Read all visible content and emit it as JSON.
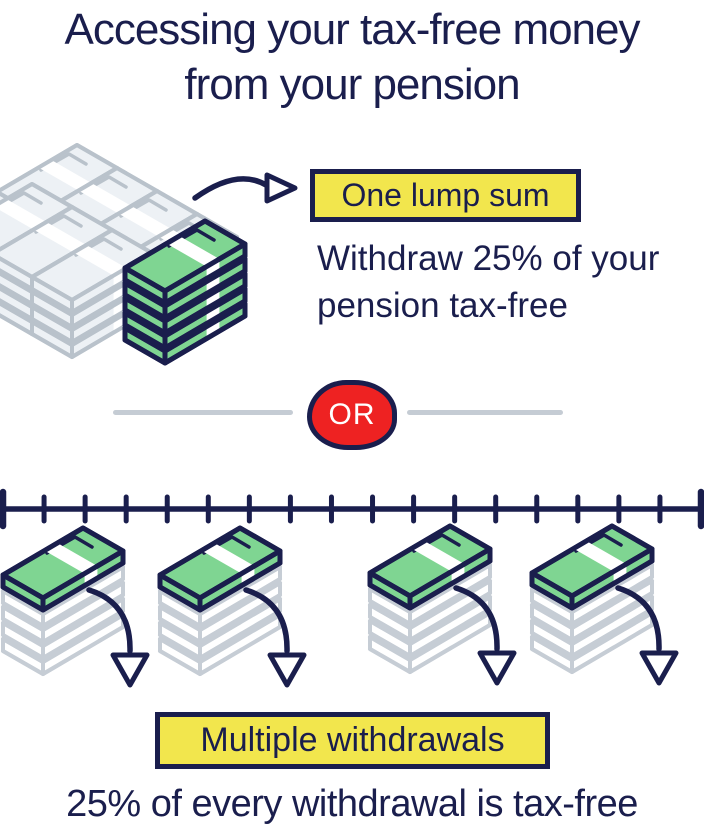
{
  "title": {
    "lines": [
      "Accessing your tax-free money",
      "from your pension"
    ]
  },
  "lump_sum": {
    "label": "One lump sum",
    "description_lines": [
      "Withdraw 25% of your",
      "pension tax-free"
    ]
  },
  "divider": {
    "label": "OR"
  },
  "multiple": {
    "label": "Multiple withdrawals",
    "caption": "25% of every withdrawal is tax-free",
    "withdrawal_count": 4,
    "timeline_ticks": 18
  },
  "icons": {
    "money_pile": "money-pile-icon",
    "green_stack": "green-money-stack-icon",
    "curved_arrow": "curved-arrow-icon",
    "down_arrow": "down-arrow-icon",
    "timeline": "timeline-icon"
  },
  "colors": {
    "navy": "#1A1E4D",
    "green": "#7FD592",
    "yellow": "#F2E64D",
    "red": "#EE2222",
    "grey_note": "#B9C2CB",
    "grey_note_fill": "#EDF1F5",
    "ghost_note": "#C6CDD5",
    "divider_grey": "#C5CCD4"
  }
}
